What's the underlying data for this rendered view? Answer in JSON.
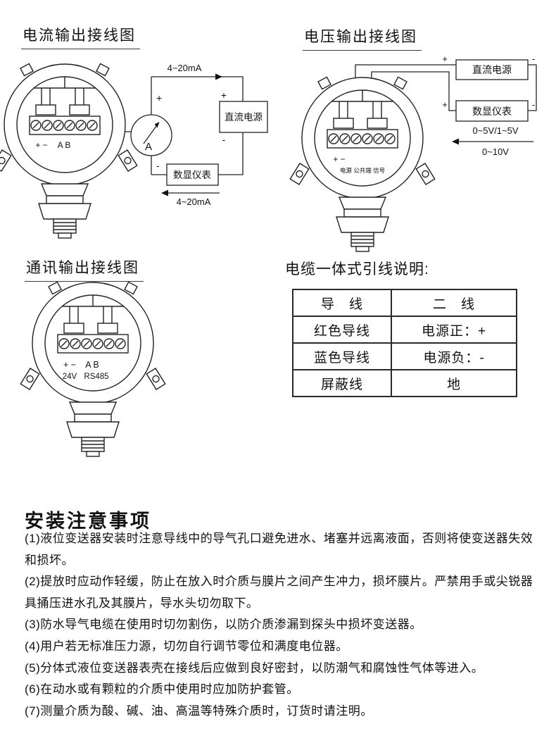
{
  "sections": {
    "current": {
      "title": "电流输出接线图",
      "top_label": "4~20mA",
      "bottom_label": "4~20mA",
      "psu": "直流电源",
      "display": "数显仪表",
      "ammeter_letter": "A",
      "plus": "+",
      "minus": "-",
      "term_pm": "+ −",
      "term_ab": "A B"
    },
    "voltage": {
      "title": "电压输出接线图",
      "psu": "直流电源",
      "display": "数显仪表",
      "plus": "+",
      "minus": "-",
      "range_top": "0~5V/1~5V",
      "range_bottom": "0~10V",
      "term_pm": "+ −",
      "term_note": "电源 公共端 信号"
    },
    "comm": {
      "title": "通讯输出接线图",
      "term_pm": "+ −",
      "term_ab": "A B",
      "label_24v": "24V",
      "label_rs485": "RS485"
    },
    "cable": {
      "title": "电缆一体式引线说明:",
      "rows": [
        {
          "c1": "导　线",
          "c2": "二　线"
        },
        {
          "c1": "红色导线",
          "c2": "电源正：+"
        },
        {
          "c1": "蓝色导线",
          "c2": "电源负：-"
        },
        {
          "c1": "屏蔽线",
          "c2": "地"
        }
      ]
    },
    "install": {
      "title": "安装注意事项",
      "items": [
        "(1)液位变送器安装时注意导线中的导气孔口避免进水、堵塞并远离液面，否则将使变送器失效和损坏。",
        "(2)提放时应动作轻缓，防止在放入时介质与膜片之间产生冲力，损坏膜片。严禁用手或尖锐器具捅压进水孔及其膜片，导水头切勿取下。",
        "(3)防水导气电缆在使用时切勿割伤，以防介质渗漏到探头中损坏变送器。",
        "(4)用户若无标准压力源，切勿自行调节零位和满度电位器。",
        "(5)分体式液位变送器表壳在接线后应做到良好密封，以防潮气和腐蚀性气体等进入。",
        "(6)在动水或有颗粒的介质中使用时应加防护套管。",
        "(7)测量介质为酸、碱、油、高温等特殊介质时，订货时请注明。"
      ]
    }
  }
}
